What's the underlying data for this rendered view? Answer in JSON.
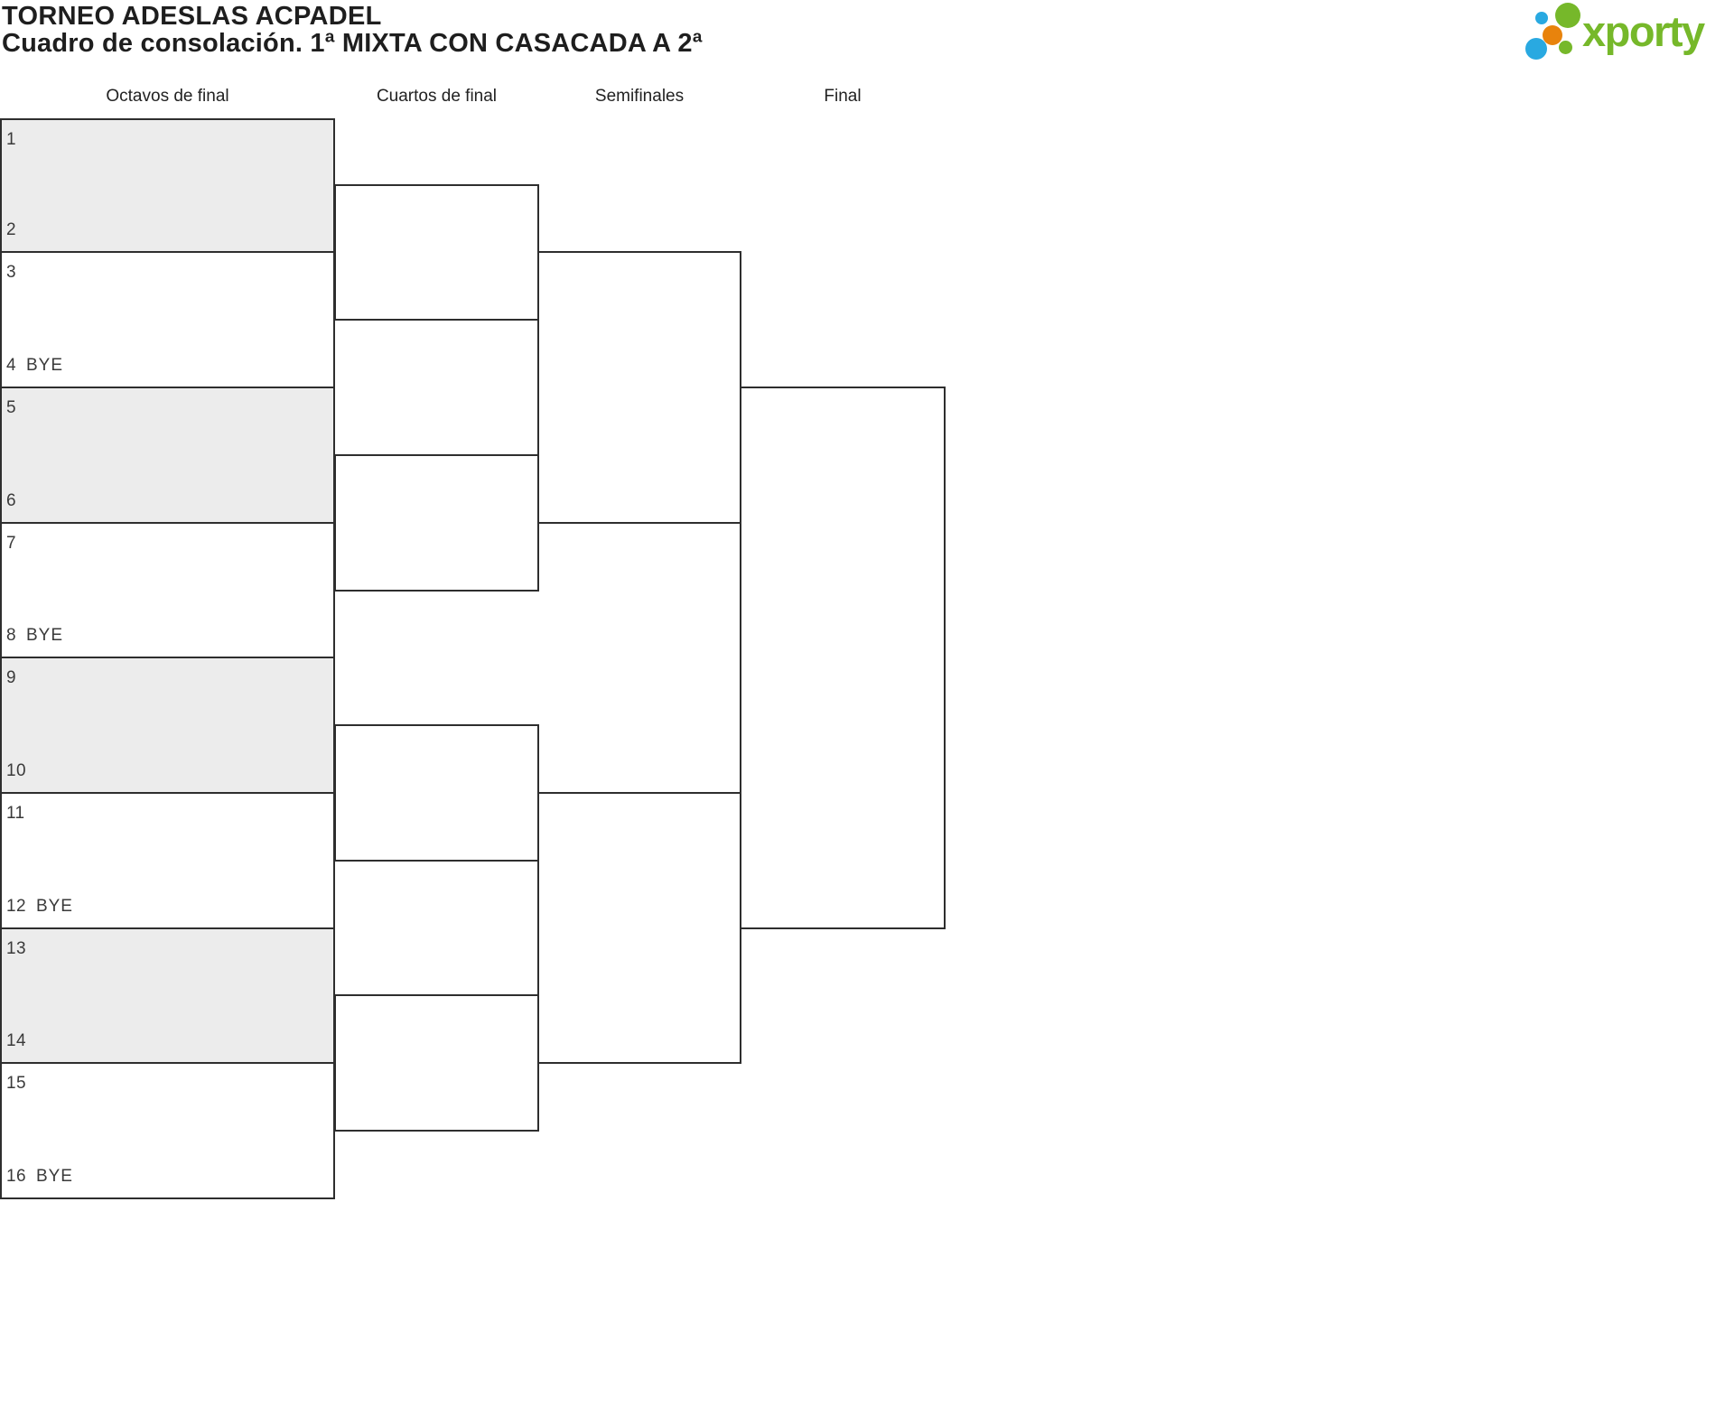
{
  "title": {
    "line1": "TORNEO ADESLAS ACPADEL",
    "line2": "Cuadro de consolación. 1ª MIXTA CON CASACADA A 2ª"
  },
  "rounds": [
    {
      "label": "Octavos de final"
    },
    {
      "label": "Cuartos de final"
    },
    {
      "label": "Semifinales"
    },
    {
      "label": "Final"
    }
  ],
  "bracket": {
    "matches": [
      {
        "top": {
          "seed": "1",
          "tag": ""
        },
        "bottom": {
          "seed": "2",
          "tag": ""
        }
      },
      {
        "top": {
          "seed": "3",
          "tag": ""
        },
        "bottom": {
          "seed": "4",
          "tag": "BYE"
        }
      },
      {
        "top": {
          "seed": "5",
          "tag": ""
        },
        "bottom": {
          "seed": "6",
          "tag": ""
        }
      },
      {
        "top": {
          "seed": "7",
          "tag": ""
        },
        "bottom": {
          "seed": "8",
          "tag": "BYE"
        }
      },
      {
        "top": {
          "seed": "9",
          "tag": ""
        },
        "bottom": {
          "seed": "10",
          "tag": ""
        }
      },
      {
        "top": {
          "seed": "11",
          "tag": ""
        },
        "bottom": {
          "seed": "12",
          "tag": "BYE"
        }
      },
      {
        "top": {
          "seed": "13",
          "tag": ""
        },
        "bottom": {
          "seed": "14",
          "tag": ""
        }
      },
      {
        "top": {
          "seed": "15",
          "tag": ""
        },
        "bottom": {
          "seed": "16",
          "tag": "BYE"
        }
      }
    ]
  },
  "logo": {
    "text": "xporty"
  },
  "colors": {
    "line": "#2e2e2e",
    "shaded-row": "#ececec",
    "text-dark": "#1e1e1e",
    "text-muted": "#3a3a3a",
    "logo-green": "#76b82a",
    "logo-blue": "#29a9e1",
    "logo-orange": "#e8830c"
  }
}
